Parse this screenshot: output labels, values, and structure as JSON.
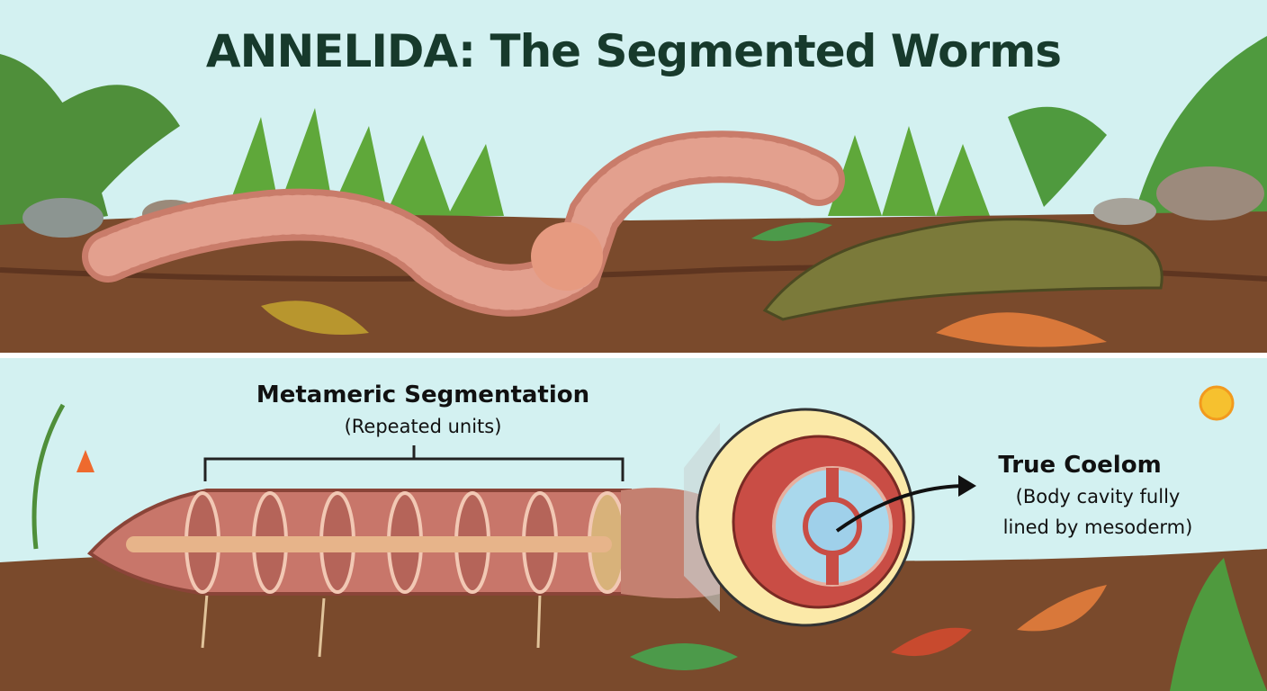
{
  "title": "ANNELIDA: The Segmented Worms",
  "segmentation": {
    "heading": "Metameric Segmentation",
    "subheading": "(Repeated units)"
  },
  "coelom": {
    "heading": "True Coelom",
    "description_line1": "(Body cavity fully",
    "description_line2": "lined by mesoderm)"
  },
  "colors": {
    "sky": "#d3f1f1",
    "soil": "#7a4a2c",
    "earthworm": "#d98f7c",
    "leech": "#7b7a3a",
    "coelom_fluid": "#a9d8ec"
  }
}
